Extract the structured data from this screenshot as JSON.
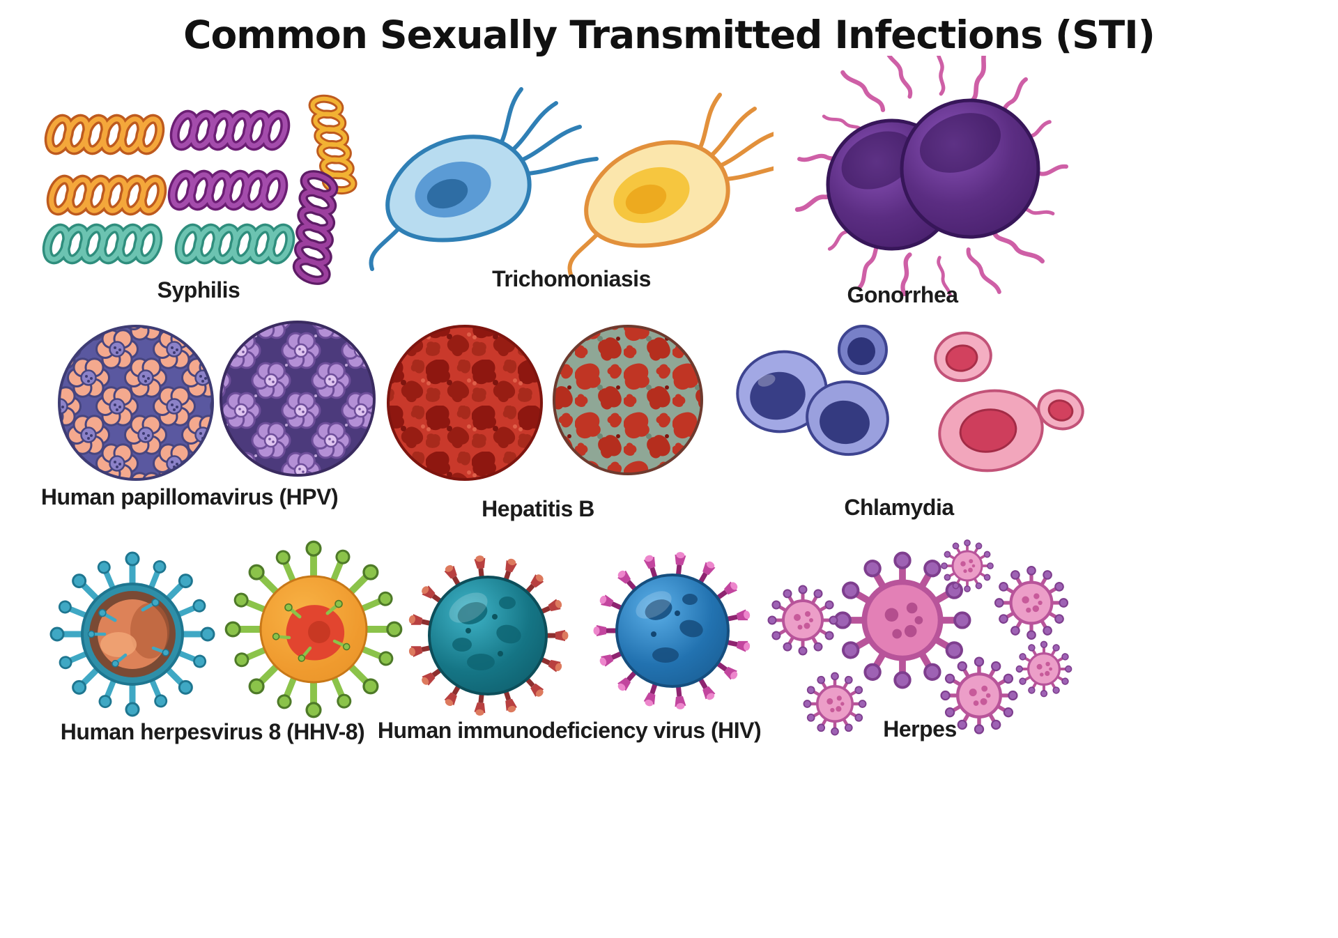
{
  "title": "Common Sexually Transmitted Infections (STI)",
  "background": "#ffffff",
  "items": [
    {
      "id": "syphilis",
      "label": "Syphilis",
      "icon": "spirochete-bacteria-icon",
      "colors": [
        "#F4A73B",
        "#A44CAC",
        "#6CC3B1"
      ]
    },
    {
      "id": "trichomoniasis",
      "label": "Trichomoniasis",
      "icon": "flagellated-protozoa-icon",
      "colors": [
        "#B8DCF0",
        "#FBE6AC",
        "#2F7FB5",
        "#E2903B"
      ]
    },
    {
      "id": "gonorrhea",
      "label": "Gonorrhea",
      "icon": "diplococcus-with-pili-icon",
      "colors": [
        "#5B2D82",
        "#CE5FA6"
      ]
    },
    {
      "id": "hpv",
      "label": "Human papillomavirus (HPV)",
      "icon": "textured-virus-capsid-icon",
      "colors": [
        "#F4A98E",
        "#5A58A0",
        "#B490D6",
        "#4C3A7C"
      ]
    },
    {
      "id": "hepatitis-b",
      "label": "Hepatitis B",
      "icon": "mottled-virus-sphere-icon",
      "colors": [
        "#C9392B",
        "#8FA796",
        "#8E1710"
      ]
    },
    {
      "id": "chlamydia",
      "label": "Chlamydia",
      "icon": "elementary-bodies-icon",
      "colors": [
        "#A2A8E4",
        "#383E86",
        "#F2A6BC",
        "#CE3E5C"
      ]
    },
    {
      "id": "hhv-8",
      "label": "Human herpesvirus 8 (HHV-8)",
      "icon": "spiked-virion-icon",
      "colors": [
        "#3FA8C4",
        "#DD8258",
        "#8BC34A",
        "#F8B245"
      ]
    },
    {
      "id": "hiv",
      "label": "Human immunodeficiency virus (HIV)",
      "icon": "retrovirus-sphere-icon",
      "colors": [
        "#157585",
        "#B84040",
        "#2272B0",
        "#C2459E"
      ]
    },
    {
      "id": "herpes",
      "label": "Herpes",
      "icon": "herpes-virions-cluster-icon",
      "colors": [
        "#EC9EC8",
        "#B8549A",
        "#9E62B4"
      ]
    }
  ]
}
